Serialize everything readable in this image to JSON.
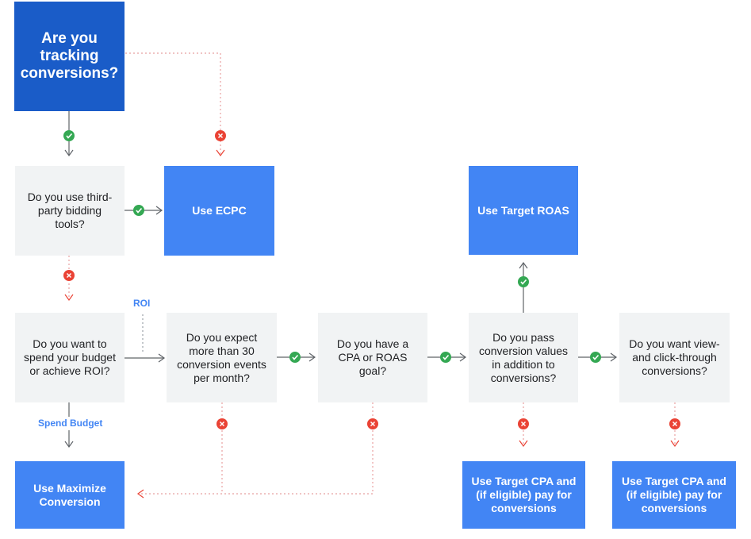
{
  "nodes": {
    "start": "Are you tracking conversions?",
    "third_party": "Do you use third-party bidding tools?",
    "ecpc": "Use ECPC",
    "spend_or_roi": "Do you want to spend your budget or achieve ROI?",
    "expect_30": "Do you expect more than 30 conversion events per month?",
    "cpa_roas_goal": "Do you have a CPA or ROAS goal?",
    "pass_values": "Do you pass conversion values in addition to conversions?",
    "view_click": "Do you want view- and click-through conversions?",
    "target_roas": "Use Target ROAS",
    "max_conv": "Use Maximize Conversion",
    "target_cpa_1": "Use Target CPA and (if eligible) pay for conversions",
    "target_cpa_2": "Use Target CPA and (if eligible) pay for conversions"
  },
  "edge_labels": {
    "roi": "ROI",
    "spend_budget": "Spend Budget"
  },
  "colors": {
    "start_fill": "#1a5cc8",
    "result_fill": "#4285f4",
    "question_fill": "#f1f3f4",
    "yes": "#34a853",
    "no": "#ea4335",
    "label": "#4285f4",
    "line": "#5f6368"
  },
  "icons": {
    "yes": "check-icon",
    "no": "x-icon"
  }
}
